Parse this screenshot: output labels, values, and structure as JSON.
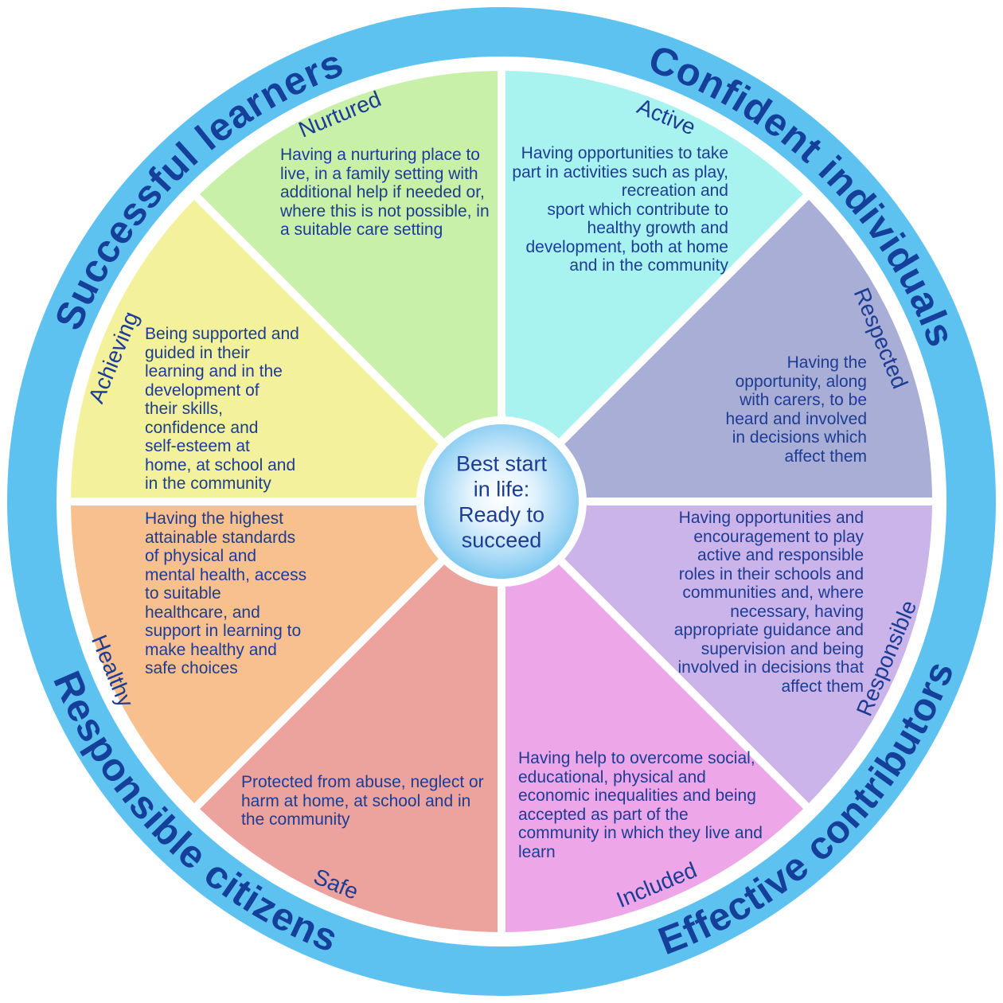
{
  "title": "Best start in life: Ready to succeed wellbeing wheel",
  "colors": {
    "outer_ring": "#5ec2f1",
    "text_navy": "#1d3c93",
    "center_edge": "#74c5ef"
  },
  "outer_ring": {
    "labels": [
      {
        "id": "successful-learners",
        "text": "Successful learners"
      },
      {
        "id": "confident-individuals",
        "text": "Confident individuals"
      },
      {
        "id": "responsible-citizens",
        "text": "Responsible citizens"
      },
      {
        "id": "effective-contributors",
        "text": "Effective contributors"
      }
    ]
  },
  "center": {
    "text": "Best start\nin life:\nReady to\nsucceed"
  },
  "segments": [
    {
      "name": "Nurtured",
      "color": "#c9f0a9",
      "description": "Having a nurturing place to\nlive, in a family setting with\nadditional help if needed or,\nwhere this is not possible, in\na suitable care setting"
    },
    {
      "name": "Active",
      "color": "#a8f3f0",
      "description": "Having opportunities to take\npart in activities such as play,\nrecreation and\nsport which contribute to\nhealthy growth and\ndevelopment, both at home\nand in the community"
    },
    {
      "name": "Respected",
      "color": "#a9aed6",
      "description": "Having the\nopportunity, along\nwith carers, to be\nheard and involved\nin decisions which\naffect them"
    },
    {
      "name": "Responsible",
      "color": "#cab4ea",
      "description": "Having opportunities and\nencouragement to play\nactive and responsible\nroles in their schools and\ncommunities and, where\nnecessary, having\nappropriate guidance and\nsupervision and being\ninvolved in decisions that\naffect them"
    },
    {
      "name": "Included",
      "color": "#eda7e9",
      "description": "Having help to overcome social,\neducational, physical and\neconomic inequalities and being\naccepted as part of the\ncommunity in which they live and\nlearn"
    },
    {
      "name": "Safe",
      "color": "#eca39d",
      "description": "Protected from abuse, neglect or\nharm at home, at school and in\nthe community"
    },
    {
      "name": "Healthy",
      "color": "#f8c08e",
      "description": "Having the highest\nattainable standards\nof physical and\nmental health, access\nto suitable\nhealthcare, and\nsupport in learning to\nmake healthy and\nsafe choices"
    },
    {
      "name": "Achieving",
      "color": "#f3f19c",
      "description": "Being supported and\nguided in their\nlearning and in the\ndevelopment of\ntheir skills,\nconfidence and\nself-esteem at\nhome, at school and\nin the community"
    }
  ]
}
